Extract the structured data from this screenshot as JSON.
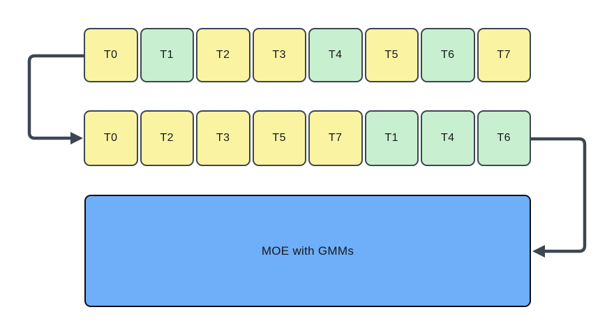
{
  "moe": {
    "label": "MOE with GMMs"
  },
  "rows": [
    {
      "name": "original-token-sequence",
      "tokens": [
        {
          "label": "T0",
          "color": "yellow"
        },
        {
          "label": "T1",
          "color": "green"
        },
        {
          "label": "T2",
          "color": "yellow"
        },
        {
          "label": "T3",
          "color": "yellow"
        },
        {
          "label": "T4",
          "color": "green"
        },
        {
          "label": "T5",
          "color": "yellow"
        },
        {
          "label": "T6",
          "color": "green"
        },
        {
          "label": "T7",
          "color": "yellow"
        }
      ]
    },
    {
      "name": "reordered-token-sequence",
      "tokens": [
        {
          "label": "T0",
          "color": "yellow"
        },
        {
          "label": "T2",
          "color": "yellow"
        },
        {
          "label": "T3",
          "color": "yellow"
        },
        {
          "label": "T5",
          "color": "yellow"
        },
        {
          "label": "T7",
          "color": "yellow"
        },
        {
          "label": "T1",
          "color": "green"
        },
        {
          "label": "T4",
          "color": "green"
        },
        {
          "label": "T6",
          "color": "green"
        }
      ]
    }
  ],
  "colors": {
    "yellow": "#FAF3A2",
    "green": "#C8EFD0",
    "blue": "#6FAEF8",
    "border": "#3D4651",
    "arrow": "#3D4651",
    "moe_border": "#0D0D0D",
    "text": "#17191C",
    "background": "#FFFFFF"
  }
}
